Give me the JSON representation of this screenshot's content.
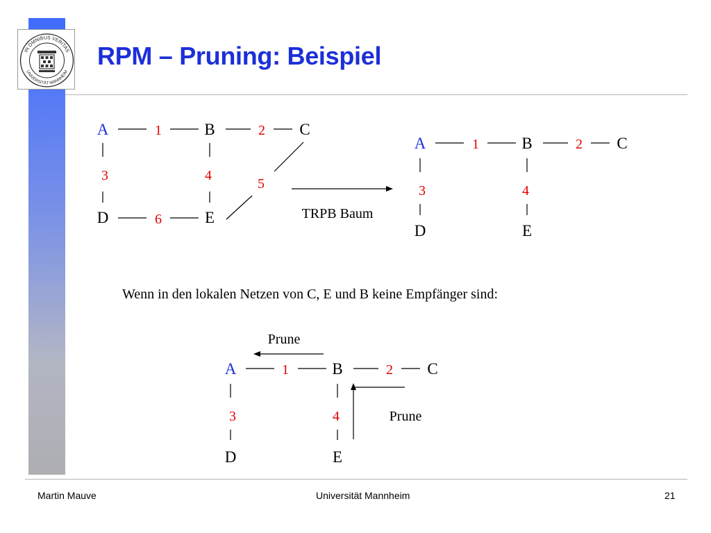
{
  "slide": {
    "title": "RPM – Pruning: Beispiel",
    "footer_left": "Martin Mauve",
    "footer_center": "Universität Mannheim",
    "footer_right": "21"
  },
  "logo": {
    "motto_top": "IN OMNIBUS VERITAS",
    "motto_bottom": "UNIVERSITÄT MANNHEIM"
  },
  "diagrams": {
    "full": {
      "nodes": {
        "A": "A",
        "B": "B",
        "C": "C",
        "D": "D",
        "E": "E"
      },
      "edges": {
        "ab": "1",
        "bc": "2",
        "ad": "3",
        "be": "4",
        "ce": "5",
        "de": "6"
      }
    },
    "arrow_label": "TRPB Baum",
    "trpb": {
      "nodes": {
        "A": "A",
        "B": "B",
        "C": "C",
        "D": "D",
        "E": "E"
      },
      "edges": {
        "ab": "1",
        "bc": "2",
        "ad": "3",
        "be": "4"
      }
    },
    "condition": "Wenn in den lokalen Netzen von C, E und B keine Empfänger sind:",
    "pruned": {
      "nodes": {
        "A": "A",
        "B": "B",
        "C": "C",
        "D": "D",
        "E": "E"
      },
      "edges": {
        "ab": "1",
        "bc": "2",
        "ad": "3",
        "be": "4"
      },
      "prune_top": "Prune",
      "prune_right": "Prune"
    }
  },
  "colors": {
    "title": "#1c2fd8",
    "node_A": "#1c2fd8",
    "edge_labels": "#e00000",
    "sidebar_top": "#3f6cff",
    "sidebar_bottom": "#aeaeb2"
  }
}
